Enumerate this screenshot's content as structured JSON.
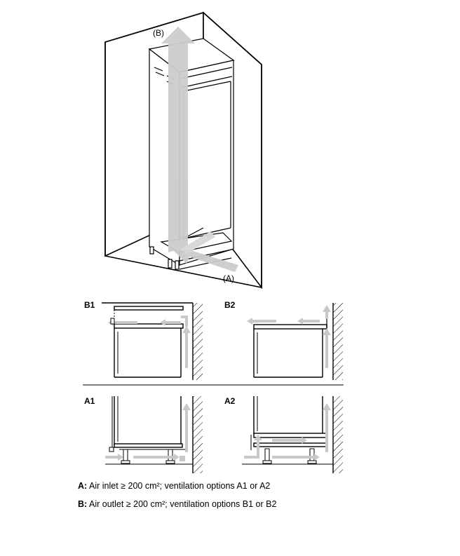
{
  "figure": {
    "label_b": "B",
    "label_a": "A",
    "paren_open": "(",
    "paren_close": ")"
  },
  "panels": {
    "b1": "B1",
    "b2": "B2",
    "a1": "A1",
    "a2": "A2"
  },
  "legend": {
    "a_key": "A:",
    "a_text": "Air inlet ≥ 200 cm²; ventilation options A1 or A2",
    "b_key": "B:",
    "b_text": "Air outlet ≥ 200 cm²; ventilation options B1 or B2"
  },
  "colors": {
    "line": "#000000",
    "arrow": "#c8c8c8",
    "arrow_dark": "#a8a8a8"
  }
}
